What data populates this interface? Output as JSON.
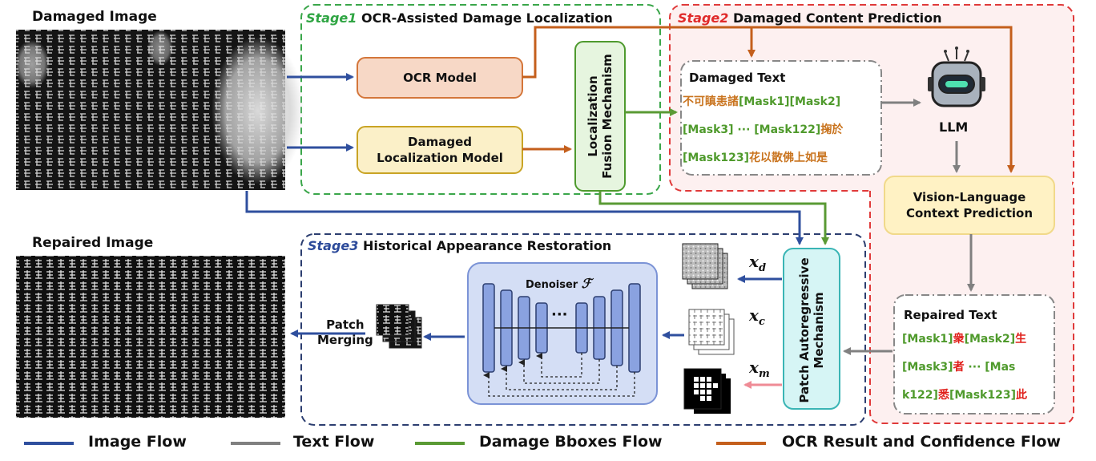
{
  "labels": {
    "damaged_image": "Damaged Image",
    "repaired_image": "Repaired Image",
    "llm": "LLM",
    "patch_merging_line1": "Patch",
    "patch_merging_line2": "Merging"
  },
  "stage1": {
    "num": "Stage1",
    "title": "OCR-Assisted Damage Localization",
    "ocr_model": "OCR Model",
    "dmg_loc_line1": "Damaged",
    "dmg_loc_line2": "Localization Model",
    "fusion_line1": "Localization",
    "fusion_line2": "Fusion Mechanism"
  },
  "stage2": {
    "num": "Stage2",
    "title": "Damaged Content Prediction",
    "damaged_text_title": "Damaged Text",
    "damaged_text_lines": [
      [
        {
          "t": "不可瞋恚諸",
          "c": "ocr"
        },
        {
          "t": "[Mask1][Mask2]",
          "c": "mask"
        }
      ],
      [
        {
          "t": "[Mask3] ··· [Mask122]",
          "c": "mask"
        },
        {
          "t": "掬於",
          "c": "ocr"
        }
      ],
      [
        {
          "t": "[Mask123]",
          "c": "mask"
        },
        {
          "t": "花以散佛上如是",
          "c": "ocr"
        }
      ]
    ],
    "vlcp_line1": "Vision-Language",
    "vlcp_line2": "Context Prediction",
    "repaired_text_title": "Repaired Text",
    "repaired_text_lines": [
      [
        {
          "t": "[Mask1]",
          "c": "mask"
        },
        {
          "t": "衆",
          "c": "red"
        },
        {
          "t": "[Mask2]",
          "c": "mask"
        },
        {
          "t": "生",
          "c": "red"
        }
      ],
      [
        {
          "t": "[Mask3]",
          "c": "mask"
        },
        {
          "t": "者",
          "c": "red"
        },
        {
          "t": " ··· [Mas",
          "c": "mask"
        }
      ],
      [
        {
          "t": "k122]",
          "c": "mask"
        },
        {
          "t": "悉",
          "c": "red"
        },
        {
          "t": "[Mask123]",
          "c": "mask"
        },
        {
          "t": "此",
          "c": "red"
        }
      ]
    ]
  },
  "stage3": {
    "num": "Stage3",
    "title": "Historical Appearance Restoration",
    "denoiser": "Denoiser",
    "denoiser_symbol": "ℱ",
    "patch_ar_line1": "Patch Autoregressive",
    "patch_ar_line2": "Mechanism",
    "xd": "x",
    "xd_sub": "d",
    "xc": "x",
    "xc_sub": "c",
    "xm": "x",
    "xm_sub": "m",
    "ellipsis": "···"
  },
  "legend": [
    {
      "label": "Image Flow",
      "color": "#2f4f9e"
    },
    {
      "label": "Text Flow",
      "color": "#808080"
    },
    {
      "label": "Damage Bboxes Flow",
      "color": "#5a9a34"
    },
    {
      "label": "OCR Result and Confidence Flow",
      "color": "#c45f1c"
    }
  ],
  "colors": {
    "image_flow": "#2f4f9e",
    "text_flow": "#808080",
    "bbox_flow": "#5a9a34",
    "ocr_flow": "#c45f1c",
    "stage1_border": "#3aa64a",
    "stage2_border": "#e03a3a",
    "stage3_border": "#2c3e70",
    "mask_text": "#4f9a2c",
    "ocr_text": "#c9741f",
    "repaired_char": "#e0201b"
  },
  "icons": [
    "robot-icon"
  ]
}
